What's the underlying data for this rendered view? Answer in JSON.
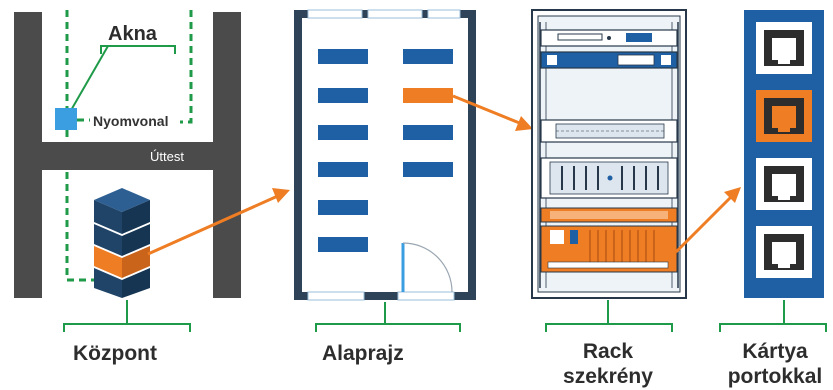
{
  "labels": {
    "akna": "Akna",
    "nyomvonal": "Nyomvonal",
    "uttest": "Úttest",
    "kozpont": "Központ",
    "alaprajz": "Alaprajz",
    "rack_line1": "Rack",
    "rack_line2": "szekrény",
    "kartya_line1": "Kártya",
    "kartya_line2": "portokkal"
  },
  "colors": {
    "road": "#4b4b4b",
    "blue": "#1f5fa3",
    "light_blue": "#3b9ee0",
    "orange": "#ee7d23",
    "green": "#1f9a48",
    "wall": "#2e4357",
    "rack_line": "#27384a"
  }
}
